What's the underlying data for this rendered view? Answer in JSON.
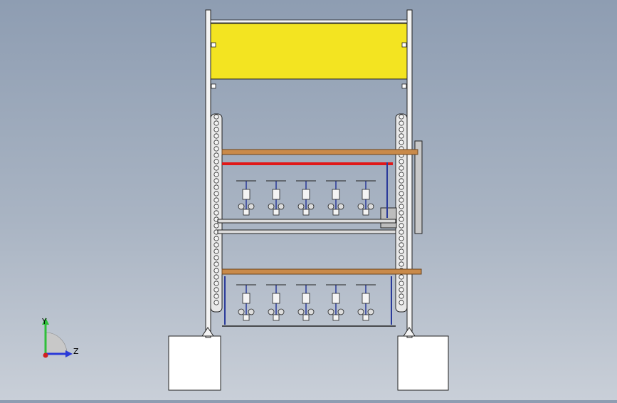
{
  "viewport": {
    "view_name": "front",
    "background_top": "#8e9db2",
    "background_bottom": "#c9cfd8"
  },
  "triad": {
    "y_label": "Y",
    "z_label": "Z",
    "y_color": "#2fbf3a",
    "z_color": "#2a3ad8",
    "origin_color": "#d02020"
  },
  "model": {
    "panel_color": "#f3e421",
    "rod_color": "#c98a4a",
    "red_bar_color": "#e01818",
    "frame_color": "#f4f4f4",
    "line_color": "#1a1a1a",
    "accent_blue": "#2a3a9a",
    "upper_spindle_count": 5,
    "lower_spindle_count": 5
  }
}
